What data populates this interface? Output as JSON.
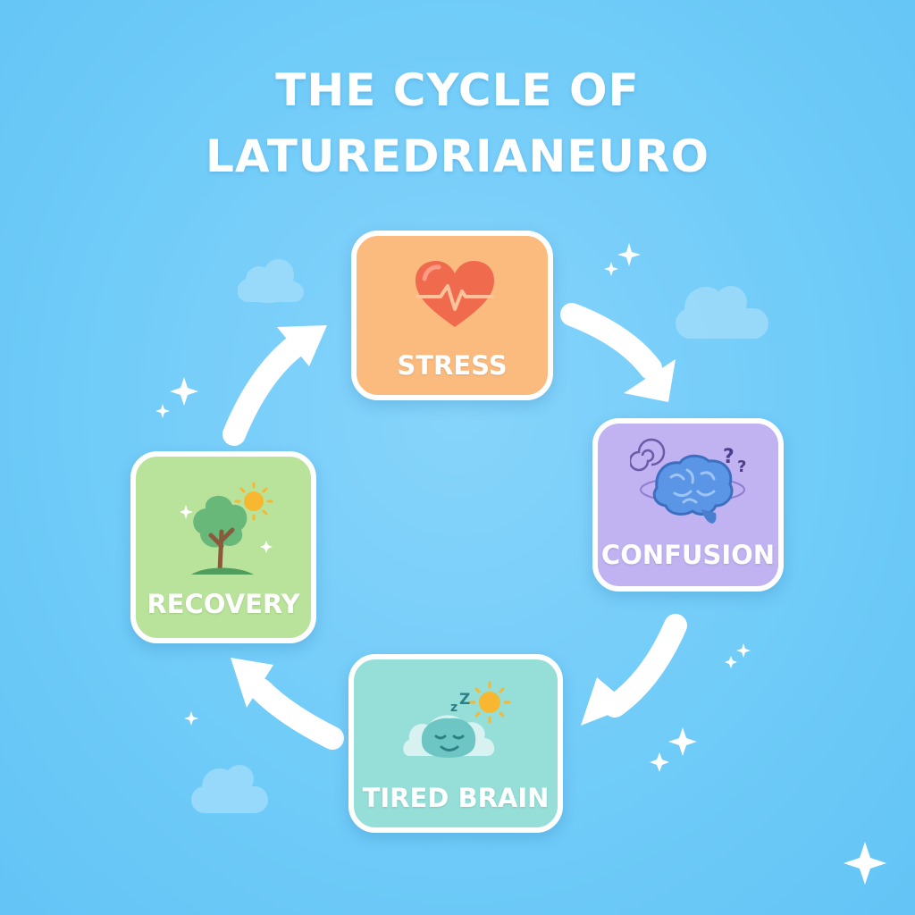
{
  "title": {
    "line1": "THE CYCLE OF",
    "line2": "LATUREDRIANEURO"
  },
  "nodes": {
    "stress": {
      "label": "STRESS",
      "icon": "heart-pulse-icon",
      "color": "#fbbb7e"
    },
    "confusion": {
      "label": "CONFUSION",
      "icon": "brain-icon",
      "color": "#c1b2f2"
    },
    "tired": {
      "label": "TIRED BRAIN",
      "icon": "sleepy-cloud-icon",
      "color": "#95dfd8"
    },
    "recovery": {
      "label": "RECOVERY",
      "icon": "tree-icon",
      "color": "#b9e39a"
    }
  },
  "colors": {
    "background": "#6fcbf8",
    "arrow": "#ffffff",
    "border": "#ffffff"
  }
}
